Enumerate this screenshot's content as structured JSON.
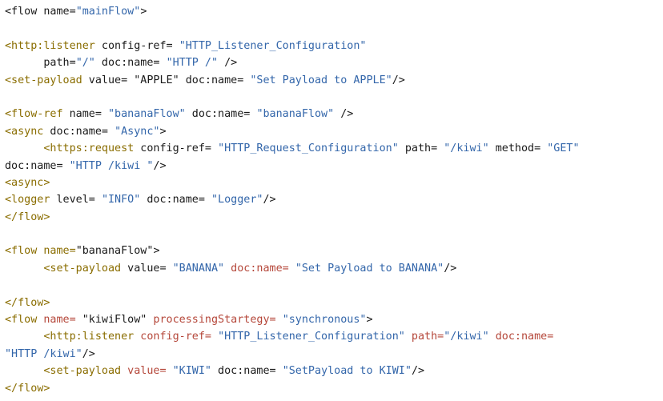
{
  "colors": {
    "default": "#1a1a1a",
    "tag": "#8a6d00",
    "attr": "#b5473a",
    "string": "#3366aa"
  },
  "lines": [
    [
      {
        "t": "<flow name=",
        "c": "default"
      },
      {
        "t": "\"mainFlow\"",
        "c": "string"
      },
      {
        "t": ">",
        "c": "default"
      }
    ],
    [],
    [
      {
        "t": "<http:listener",
        "c": "tag"
      },
      {
        "t": " config-ref= ",
        "c": "default"
      },
      {
        "t": "\"HTTP_Listener_Configuration\"",
        "c": "string"
      }
    ],
    [
      {
        "t": "      path=",
        "c": "default"
      },
      {
        "t": "\"/\"",
        "c": "string"
      },
      {
        "t": " doc:name= ",
        "c": "default"
      },
      {
        "t": "\"HTTP /\"",
        "c": "string"
      },
      {
        "t": " />",
        "c": "default"
      }
    ],
    [
      {
        "t": "<set-payload",
        "c": "tag"
      },
      {
        "t": " value= ",
        "c": "default"
      },
      {
        "t": "\"APPLE\"",
        "c": "default"
      },
      {
        "t": " doc:name= ",
        "c": "default"
      },
      {
        "t": "\"Set Payload to APPLE\"",
        "c": "string"
      },
      {
        "t": "/>",
        "c": "default"
      }
    ],
    [],
    [
      {
        "t": "<flow-ref",
        "c": "tag"
      },
      {
        "t": " name= ",
        "c": "default"
      },
      {
        "t": "\"bananaFlow\"",
        "c": "string"
      },
      {
        "t": " doc:name= ",
        "c": "default"
      },
      {
        "t": "\"bananaFlow\"",
        "c": "string"
      },
      {
        "t": " />",
        "c": "default"
      }
    ],
    [
      {
        "t": "<async",
        "c": "tag"
      },
      {
        "t": " doc:name= ",
        "c": "default"
      },
      {
        "t": "\"Async\"",
        "c": "string"
      },
      {
        "t": ">",
        "c": "default"
      }
    ],
    [
      {
        "t": "      <https:request",
        "c": "tag"
      },
      {
        "t": " config-ref= ",
        "c": "default"
      },
      {
        "t": "\"HTTP_Request_Configuration\"",
        "c": "string"
      },
      {
        "t": " path= ",
        "c": "default"
      },
      {
        "t": "\"/kiwi\"",
        "c": "string"
      },
      {
        "t": " method= ",
        "c": "default"
      },
      {
        "t": "\"GET\"",
        "c": "string"
      }
    ],
    [
      {
        "t": "doc:name= ",
        "c": "default"
      },
      {
        "t": "\"HTTP /kiwi \"",
        "c": "string"
      },
      {
        "t": "/>",
        "c": "default"
      }
    ],
    [
      {
        "t": "<async>",
        "c": "tag"
      }
    ],
    [
      {
        "t": "<logger",
        "c": "tag"
      },
      {
        "t": " level= ",
        "c": "default"
      },
      {
        "t": "\"INFO\"",
        "c": "string"
      },
      {
        "t": " doc:name= ",
        "c": "default"
      },
      {
        "t": "\"Logger\"",
        "c": "string"
      },
      {
        "t": "/>",
        "c": "default"
      }
    ],
    [
      {
        "t": "</flow>",
        "c": "tag"
      }
    ],
    [],
    [
      {
        "t": "<flow name=",
        "c": "tag"
      },
      {
        "t": "\"bananaFlow\"",
        "c": "default"
      },
      {
        "t": ">",
        "c": "default"
      }
    ],
    [
      {
        "t": "      <set-payload",
        "c": "tag"
      },
      {
        "t": " value= ",
        "c": "default"
      },
      {
        "t": "\"BANANA\"",
        "c": "string"
      },
      {
        "t": " doc:name= ",
        "c": "attr"
      },
      {
        "t": "\"Set Payload to BANANA\"",
        "c": "string"
      },
      {
        "t": "/>",
        "c": "default"
      }
    ],
    [],
    [
      {
        "t": "</flow>",
        "c": "tag"
      }
    ],
    [
      {
        "t": "<flow",
        "c": "tag"
      },
      {
        "t": " name= ",
        "c": "attr"
      },
      {
        "t": "\"kiwiFlow\"",
        "c": "default"
      },
      {
        "t": " processingStartegy= ",
        "c": "attr"
      },
      {
        "t": "\"synchronous\"",
        "c": "string"
      },
      {
        "t": ">",
        "c": "default"
      }
    ],
    [
      {
        "t": "      <http:listener",
        "c": "tag"
      },
      {
        "t": " config-ref= ",
        "c": "attr"
      },
      {
        "t": "\"HTTP_Listener_Configuration\"",
        "c": "string"
      },
      {
        "t": " path=",
        "c": "attr"
      },
      {
        "t": "\"/kiwi\"",
        "c": "string"
      },
      {
        "t": " doc:name=",
        "c": "attr"
      }
    ],
    [
      {
        "t": "\"HTTP /kiwi\"",
        "c": "string"
      },
      {
        "t": "/>",
        "c": "default"
      }
    ],
    [
      {
        "t": "      <set-payload",
        "c": "tag"
      },
      {
        "t": " value= ",
        "c": "attr"
      },
      {
        "t": "\"KIWI\"",
        "c": "string"
      },
      {
        "t": " doc:name= ",
        "c": "default"
      },
      {
        "t": "\"SetPayload to KIWI\"",
        "c": "string"
      },
      {
        "t": "/>",
        "c": "default"
      }
    ],
    [
      {
        "t": "</flow>",
        "c": "tag"
      }
    ]
  ]
}
